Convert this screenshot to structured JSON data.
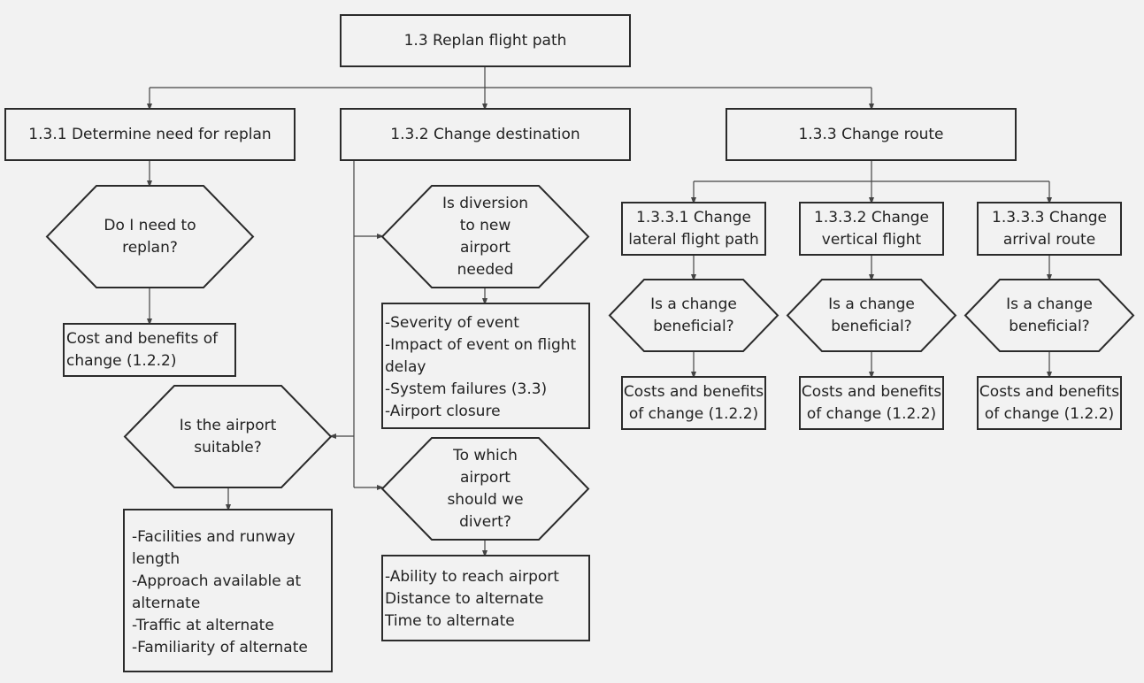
{
  "diagram": {
    "root": "1.3 Replan flight path",
    "n131": "1.3.1 Determine need for replan",
    "n132": "1.3.2 Change destination",
    "n133": "1.3.3 Change route",
    "q_need": "Do I need to\nreplan?",
    "cost_benefit": [
      "Cost and benefits of",
      "change (1.2.2)"
    ],
    "q_suitable": "Is the airport\nsuitable?",
    "suitability_factors": [
      "-Facilities and runway length",
      "-Approach available at alternate",
      "-Traffic at alternate",
      "-Familiarity of alternate"
    ],
    "q_diversion": "Is diversion\nto new\nairport\nneeded",
    "diversion_factors": [
      "-Severity of event",
      "-Impact of event on flight delay",
      "-System failures (3.3)",
      "-Airport closure"
    ],
    "q_which": "To which\nairport\nshould we\ndivert?",
    "which_factors": [
      "-Ability to reach airport",
      "Distance to alternate",
      "Time to alternate"
    ],
    "n1331": [
      "1.3.3.1 Change",
      "lateral flight path"
    ],
    "n1332": [
      "1.3.3.2 Change",
      "vertical flight"
    ],
    "n1333": [
      "1.3.3.3 Change",
      "arrival route"
    ],
    "q_beneficial": "Is a change\nbeneficial?",
    "costs_benefits": [
      "Costs and benefits",
      "of change (1.2.2)"
    ]
  }
}
